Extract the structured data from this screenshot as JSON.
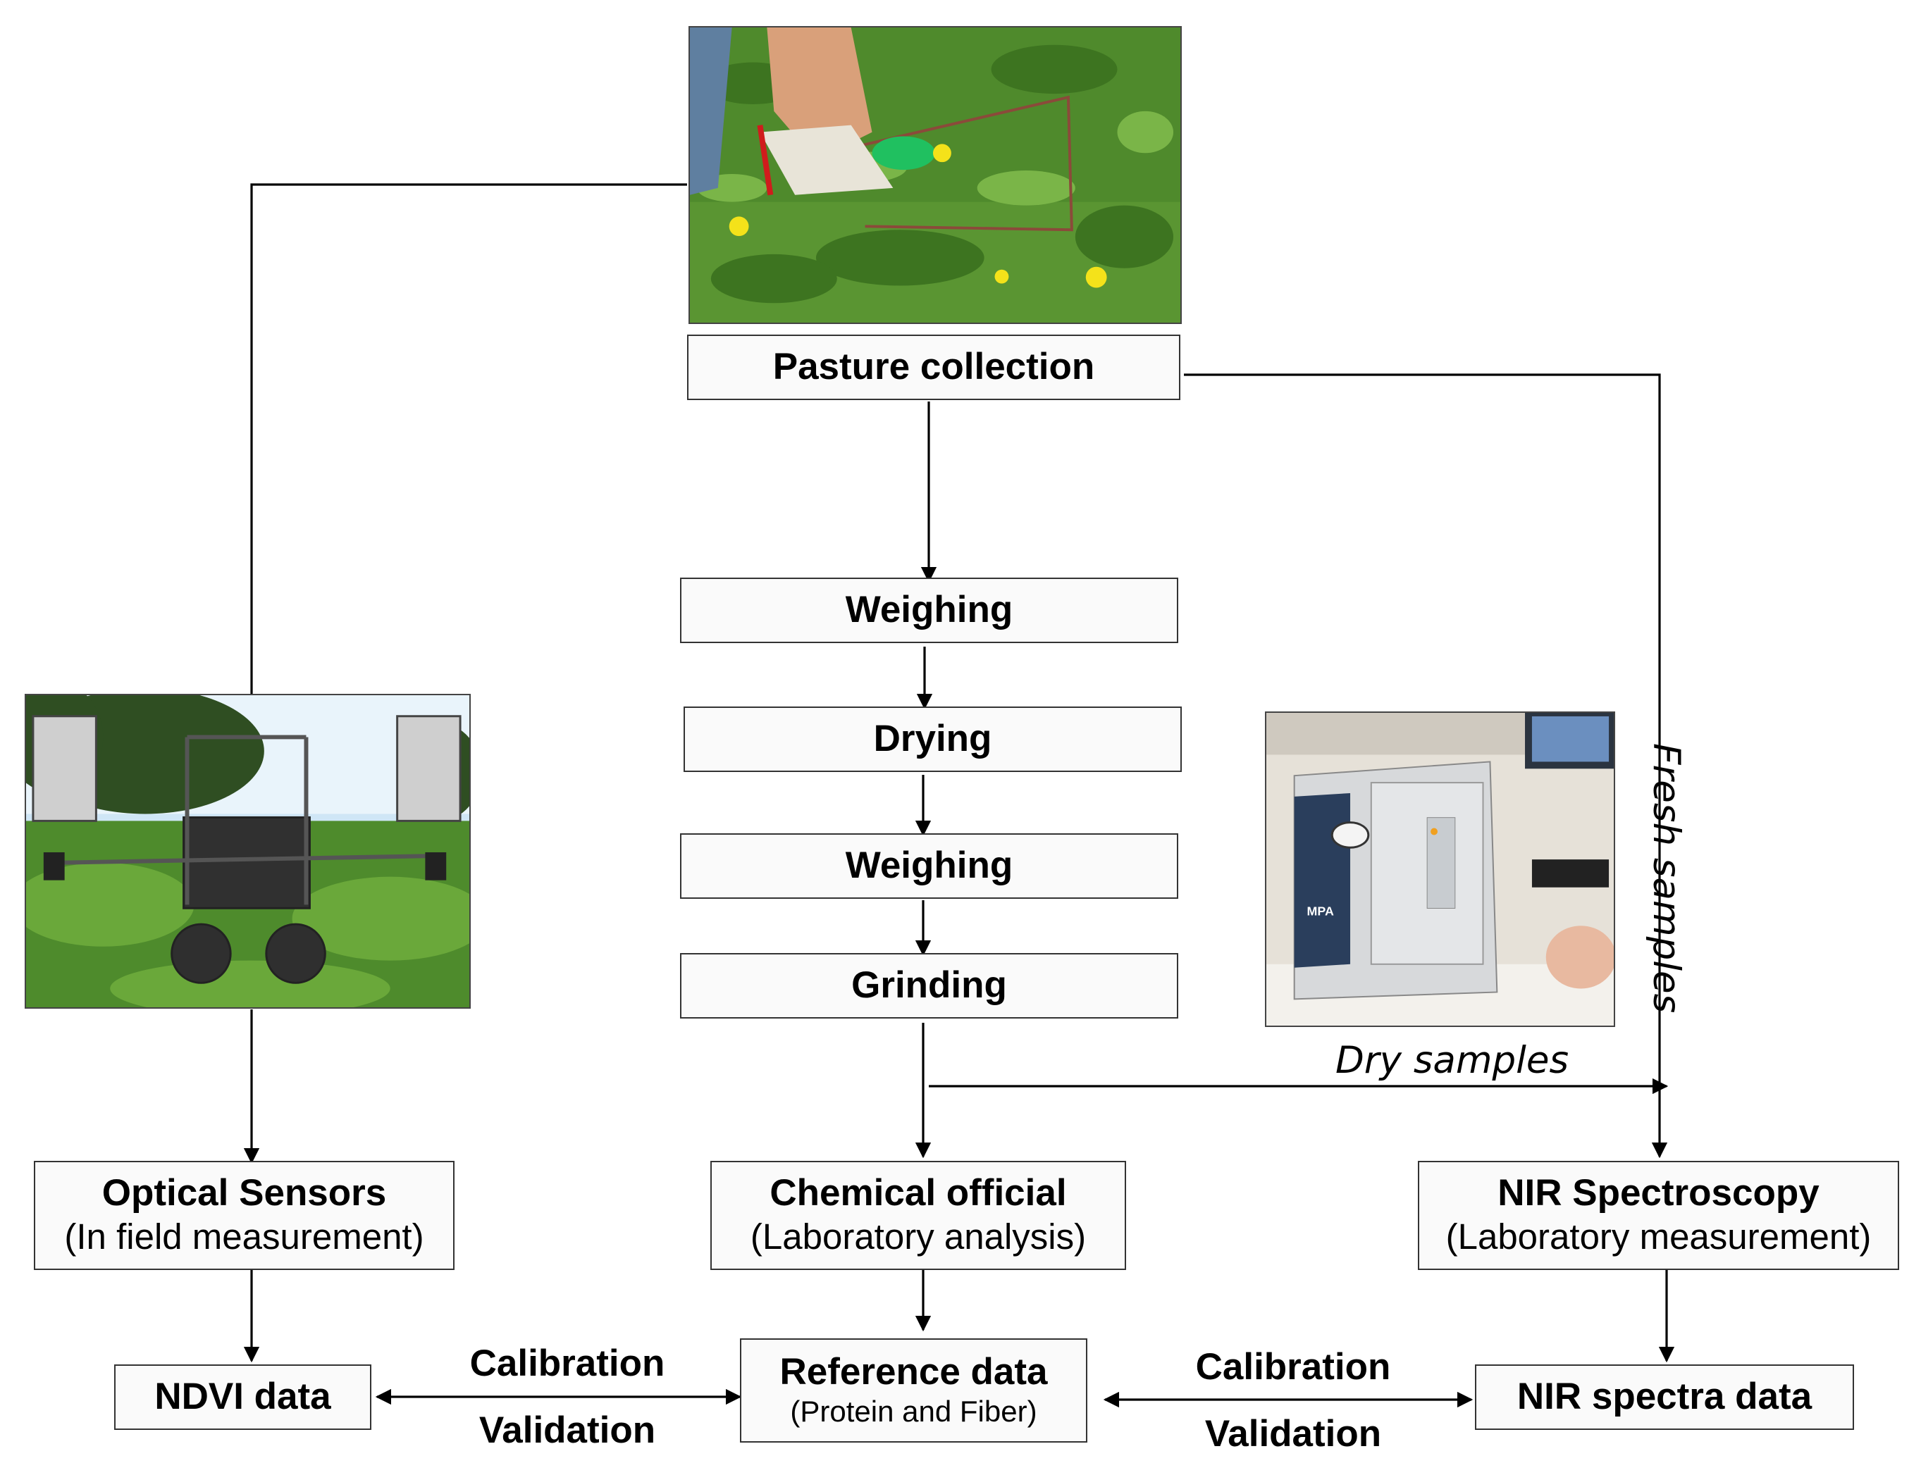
{
  "steps": {
    "pasture_collection": "Pasture collection",
    "weighing_1": "Weighing",
    "drying": "Drying",
    "weighing_2": "Weighing",
    "grinding": "Grinding"
  },
  "outputs": {
    "optical_sensors": {
      "title": "Optical Sensors",
      "subtitle": "(In field measurement)"
    },
    "chemical_official": {
      "title": "Chemical official",
      "subtitle": "(Laboratory analysis)"
    },
    "nir_spectroscopy": {
      "title": "NIR Spectroscopy",
      "subtitle": "(Laboratory measurement)"
    }
  },
  "data_products": {
    "ndvi": "NDVI data",
    "reference": {
      "title": "Reference data",
      "subtitle": "(Protein and Fiber)"
    },
    "nir_spectra": "NIR spectra data"
  },
  "edge_labels": {
    "calibration_left": "Calibration",
    "validation_left": "Validation",
    "calibration_right": "Calibration",
    "validation_right": "Validation",
    "fresh_samples": "Fresh samples",
    "dry_samples": "Dry samples"
  },
  "photos": {
    "pasture_photo": "pasture-quadrat-sampling",
    "vehicle_photo": "atv-with-optical-sensors",
    "nir_photo": "mpa-nir-spectrometer",
    "instrument_label": "MPA"
  },
  "colors": {
    "line": "#000000",
    "box_border": "#333333",
    "box_fill": "#fafafa"
  }
}
